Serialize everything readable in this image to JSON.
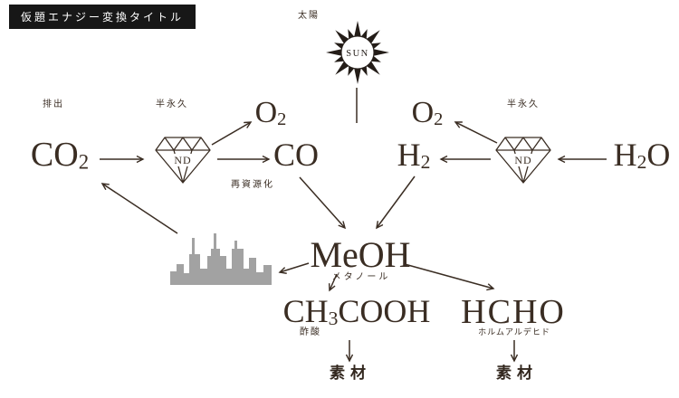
{
  "title": "仮題エナジー変換タイトル",
  "sun": {
    "label": "SUN",
    "caption": "太陽"
  },
  "diamond_left": {
    "label": "ND",
    "caption": "半永久"
  },
  "diamond_right": {
    "label": "ND",
    "caption": "半永久"
  },
  "molecules": {
    "co2": {
      "pre": "CO",
      "sub": "2",
      "post": "",
      "caption": "排出"
    },
    "o2_left": {
      "pre": "O",
      "sub": "2",
      "post": ""
    },
    "co": {
      "pre": "CO",
      "sub": "",
      "post": "",
      "caption": "再資源化"
    },
    "h2": {
      "pre": "H",
      "sub": "2",
      "post": ""
    },
    "o2_right": {
      "pre": "O",
      "sub": "2",
      "post": ""
    },
    "h2o": {
      "pre": "H",
      "sub": "2",
      "post": "O"
    },
    "meoh": {
      "pre": "MeOH",
      "sub": "",
      "post": "",
      "caption": "メタノール"
    },
    "ch3cooh": {
      "pre": "CH",
      "sub": "3",
      "post": "COOH",
      "caption": "酢酸"
    },
    "hcho": {
      "pre": "HCHO",
      "sub": "",
      "post": "",
      "caption": "ホルムアルデヒド"
    }
  },
  "materials": {
    "left": "素材",
    "right": "素材"
  },
  "colors": {
    "ink": "#3a2d23",
    "arrow": "#3a2d23",
    "skyline": "#a2a2a2",
    "title_bg": "#171717",
    "title_text": "#ffffff",
    "background": "#ffffff"
  }
}
